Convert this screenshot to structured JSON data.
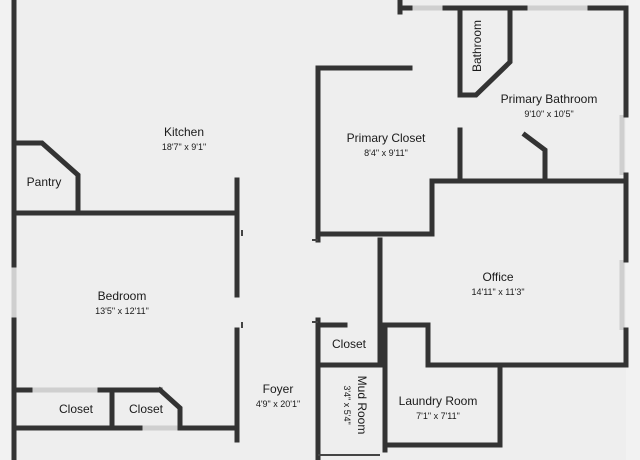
{
  "plan": {
    "background": "#f2f2f2",
    "wall_color": "#333333",
    "floor_color": "#eeeeee",
    "rooms": {
      "kitchen": {
        "name": "Kitchen",
        "dims": "18'7\" x 9'1\""
      },
      "pantry": {
        "name": "Pantry",
        "dims": ""
      },
      "bedroom": {
        "name": "Bedroom",
        "dims": "13'5\" x 12'11\""
      },
      "closet_left": {
        "name": "Closet",
        "dims": ""
      },
      "closet_left2": {
        "name": "Closet",
        "dims": ""
      },
      "foyer": {
        "name": "Foyer",
        "dims": "4'9\" x 20'1\""
      },
      "mud_room": {
        "name": "Mud Room",
        "dims": "3'4\" x 5'4\""
      },
      "closet_center": {
        "name": "Closet",
        "dims": ""
      },
      "laundry": {
        "name": "Laundry Room",
        "dims": "7'1\" x 7'11\""
      },
      "office": {
        "name": "Office",
        "dims": "14'11\" x 11'3\""
      },
      "primary_closet": {
        "name": "Primary Closet",
        "dims": "8'4\" x 9'11\""
      },
      "primary_bath": {
        "name": "Primary Bathroom",
        "dims": "9'10\" x 10'5\""
      },
      "bathroom": {
        "name": "Bathroom",
        "dims": ""
      }
    }
  }
}
